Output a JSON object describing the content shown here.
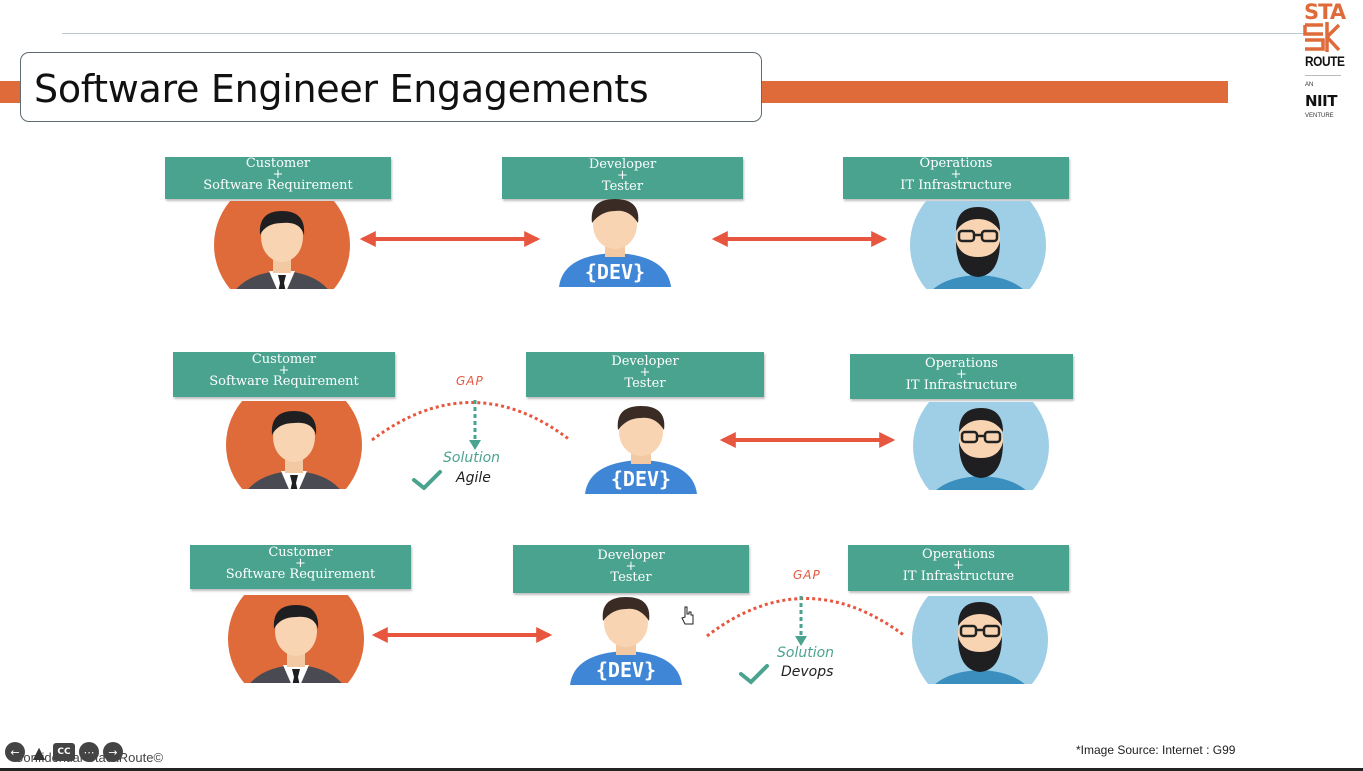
{
  "slide": {
    "title": "Software Engineer Engagements",
    "image_source": "*Image Source: Internet : G99",
    "footer": "Confidential StackRoute©"
  },
  "logo": {
    "line1": "STA",
    "line2": "ROUTE",
    "an": "AN",
    "niit": "NIIT",
    "venture": "VENTURE"
  },
  "colors": {
    "accent_orange": "#e06b3a",
    "card_teal": "#4aa38f",
    "arrow_red": "#e8563f"
  },
  "rows": [
    {
      "customer": [
        "Customer",
        "+",
        "Software Requirement"
      ],
      "developer": [
        "Developer",
        "+",
        "Tester"
      ],
      "operations": [
        "Operations",
        "+",
        "IT Infrastructure"
      ]
    },
    {
      "customer": [
        "Customer",
        "+",
        "Software Requirement"
      ],
      "developer": [
        "Developer",
        "+",
        "Tester"
      ],
      "operations": [
        "Operations",
        "+",
        "IT Infrastructure"
      ],
      "gap": "GAP",
      "solution_label": "Solution",
      "solution_name": "Agile"
    },
    {
      "customer": [
        "Customer",
        "+",
        "Software Requirement"
      ],
      "developer": [
        "Developer",
        "+",
        "Tester"
      ],
      "operations": [
        "Operations",
        "+",
        "IT Infrastructure"
      ],
      "gap": "GAP",
      "solution_label": "Solution",
      "solution_name": "Devops"
    }
  ],
  "dev_badge": "{DEV}",
  "player_controls": [
    "back-icon",
    "pointer-icon",
    "captions-icon",
    "more-icon",
    "forward-icon"
  ],
  "captions_label": "CC"
}
